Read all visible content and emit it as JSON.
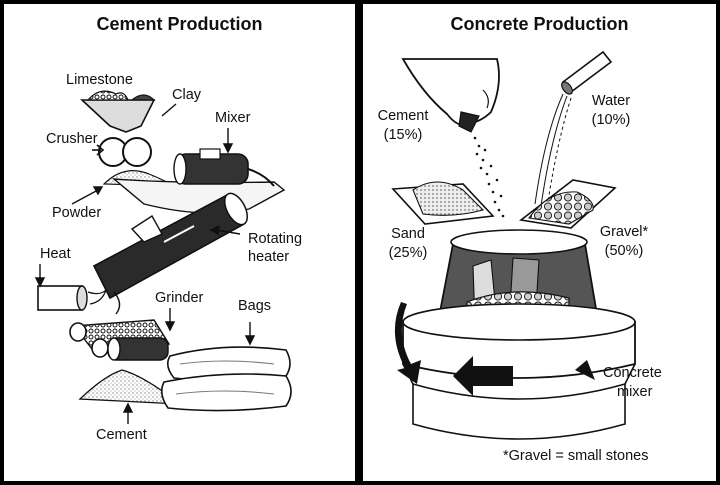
{
  "left": {
    "title": "Cement Production",
    "labels": {
      "limestone": "Limestone",
      "clay": "Clay",
      "mixer": "Mixer",
      "crusher": "Crusher",
      "powder": "Powder",
      "rotating_1": "Rotating",
      "rotating_2": "heater",
      "heat": "Heat",
      "grinder": "Grinder",
      "bags": "Bags",
      "cement": "Cement"
    }
  },
  "right": {
    "title": "Concrete Production",
    "labels": {
      "cement_name": "Cement",
      "cement_pct": "(15%)",
      "water_name": "Water",
      "water_pct": "(10%)",
      "sand_name": "Sand",
      "sand_pct": "(25%)",
      "gravel_name": "Gravel*",
      "gravel_pct": "(50%)",
      "mixer_1": "Concrete",
      "mixer_2": "mixer",
      "footnote": "*Gravel = small stones"
    }
  }
}
